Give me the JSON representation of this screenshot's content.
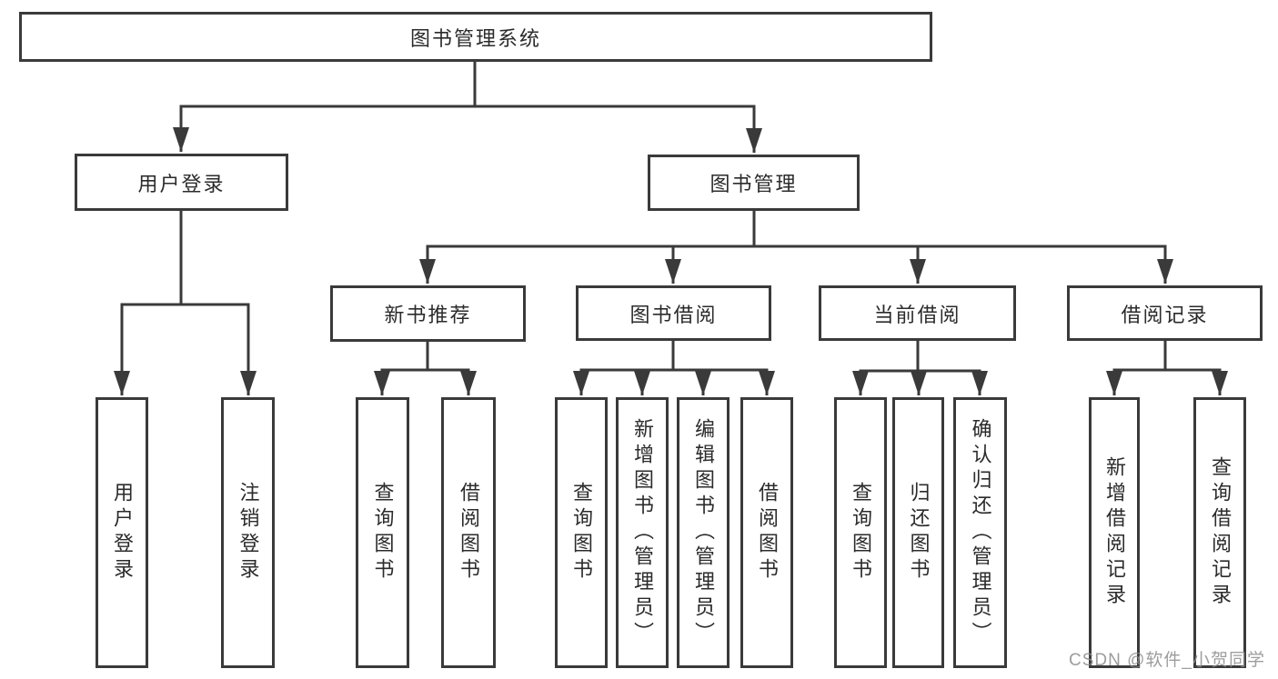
{
  "tree": {
    "root": "图书管理系统",
    "branches": [
      {
        "label": "用户登录",
        "children": [
          "用户登录",
          "注销登录"
        ]
      },
      {
        "label": "图书管理",
        "sections": [
          {
            "label": "新书推荐",
            "children": [
              "查询图书",
              "借阅图书"
            ]
          },
          {
            "label": "图书借阅",
            "children": [
              "查询图书",
              "新增图书（管理员）",
              "编辑图书（管理员）",
              "借阅图书"
            ]
          },
          {
            "label": "当前借阅",
            "children": [
              "查询图书",
              "归还图书",
              "确认归还（管理员）"
            ]
          },
          {
            "label": "借阅记录",
            "children": [
              "新增借阅记录",
              "查询借阅记录"
            ]
          }
        ]
      }
    ]
  },
  "watermark": "CSDN @软件_小贺同学",
  "colors": {
    "line": "#3a3a3a",
    "text": "#2b2b2b",
    "watermark_text": "#8c8c8c",
    "background": "#ffffff"
  }
}
